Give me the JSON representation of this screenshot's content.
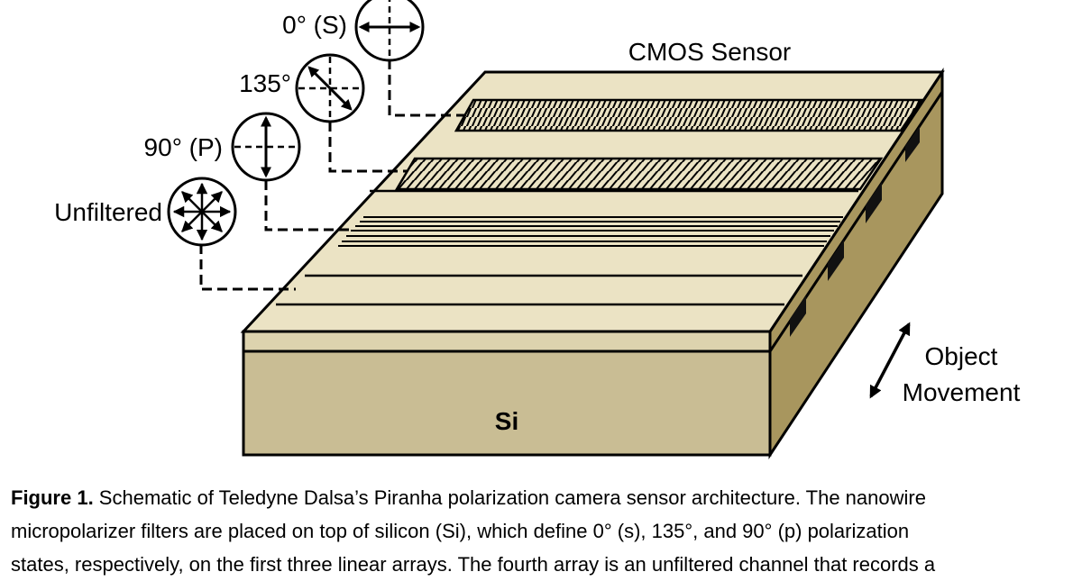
{
  "diagram": {
    "sensor_label": "CMOS Sensor",
    "substrate_label": "Si",
    "movement_label_line1": "Object",
    "movement_label_line2": "Movement",
    "filters": [
      {
        "label": "0° (S)",
        "icon": "horizontal-arrow-icon"
      },
      {
        "label": "135°",
        "icon": "diagonal-arrow-icon"
      },
      {
        "label": "90° (P)",
        "icon": "vertical-arrow-icon"
      },
      {
        "label": "Unfiltered",
        "icon": "all-directions-arrow-icon"
      }
    ],
    "colors": {
      "surface": "#ebe3c4",
      "front_face": "#c9bd94",
      "side_face": "#a8965e",
      "outline": "#000000"
    }
  },
  "caption": {
    "figure_label": "Figure 1.",
    "line1": " Schematic of Teledyne Dalsa’s Piranha polarization camera sensor architecture. The nanowire",
    "line2": "micropolarizer filters are placed on top of silicon (Si), which define 0° (s), 135°, and 90° (p) polarization",
    "line3": "states, respectively, on the first three linear arrays. The fourth array is an unfiltered channel that records a"
  }
}
